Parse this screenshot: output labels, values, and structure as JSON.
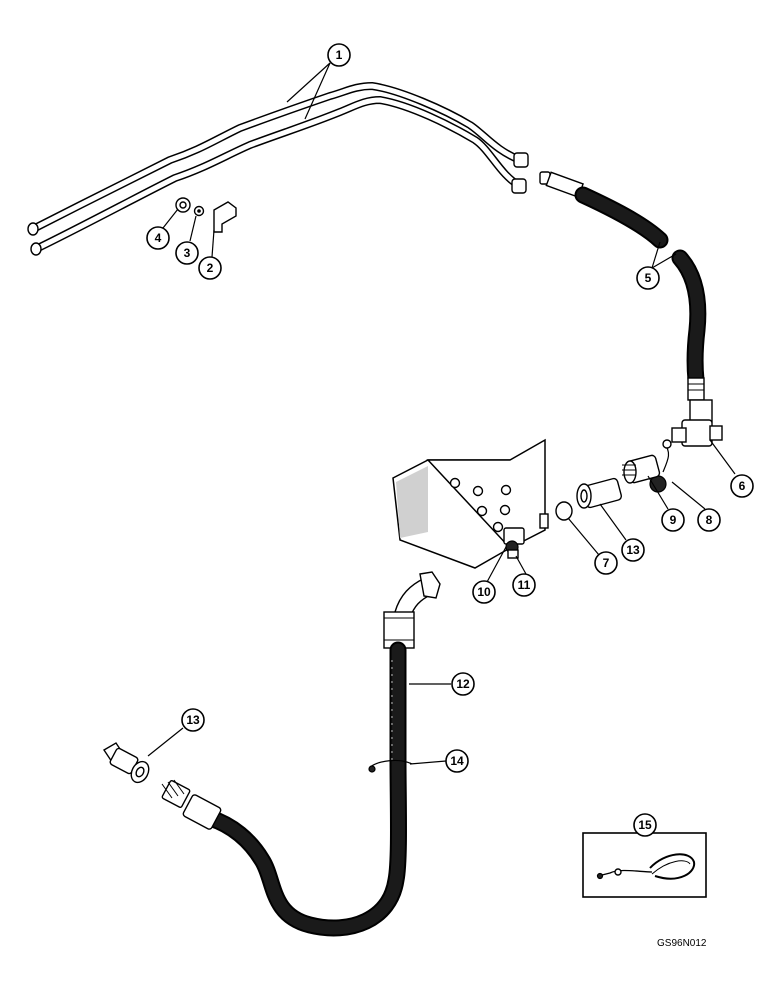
{
  "callouts": {
    "c1": "1",
    "c2": "2",
    "c3": "3",
    "c4": "4",
    "c5": "5",
    "c6": "6",
    "c7": "7",
    "c8": "8",
    "c9": "9",
    "c10": "10",
    "c11": "11",
    "c12": "12",
    "c13a": "13",
    "c13b": "13",
    "c14": "14",
    "c15": "15"
  },
  "drawing_code": "GS96N012"
}
